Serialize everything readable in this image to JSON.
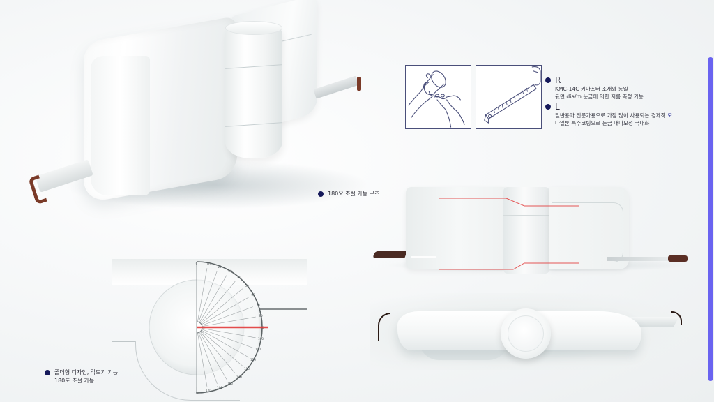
{
  "accent_colors": {
    "bullet": "#15195a",
    "side_bar": "#6a63f0",
    "highlight_line": "#e23a3a",
    "hook_leather": "#7a3a28",
    "illustration_stroke": "#4a4f7a"
  },
  "features": {
    "right": {
      "head": "R",
      "lines": [
        "KMC-14C   키마스터 소재와 동일",
        "뒷면 dia/m 눈금에 의한 지름 측정 가능"
      ]
    },
    "left": {
      "head": "L",
      "lines": [
        "일반용과 전문가용으로 가장 많이 사용되는 경제적",
        "나일론 특수코팅으로 눈금 내마모성 극대화"
      ],
      "overflow_accent": "모"
    }
  },
  "captions": {
    "structure": "180오 조절 가능 구조",
    "folder_line1": "폴더형 디자인, 각도기 기능",
    "folder_line2": "180도 조절 가능"
  },
  "illustrations": {
    "hand": "hand-measuring-cylinder-illustration",
    "tape": "tape-measure-blade-illustration"
  },
  "protractor": {
    "angle_ticks": 19,
    "highlight_angle": 90
  },
  "side_bar": {
    "color": "#6a63f0"
  }
}
